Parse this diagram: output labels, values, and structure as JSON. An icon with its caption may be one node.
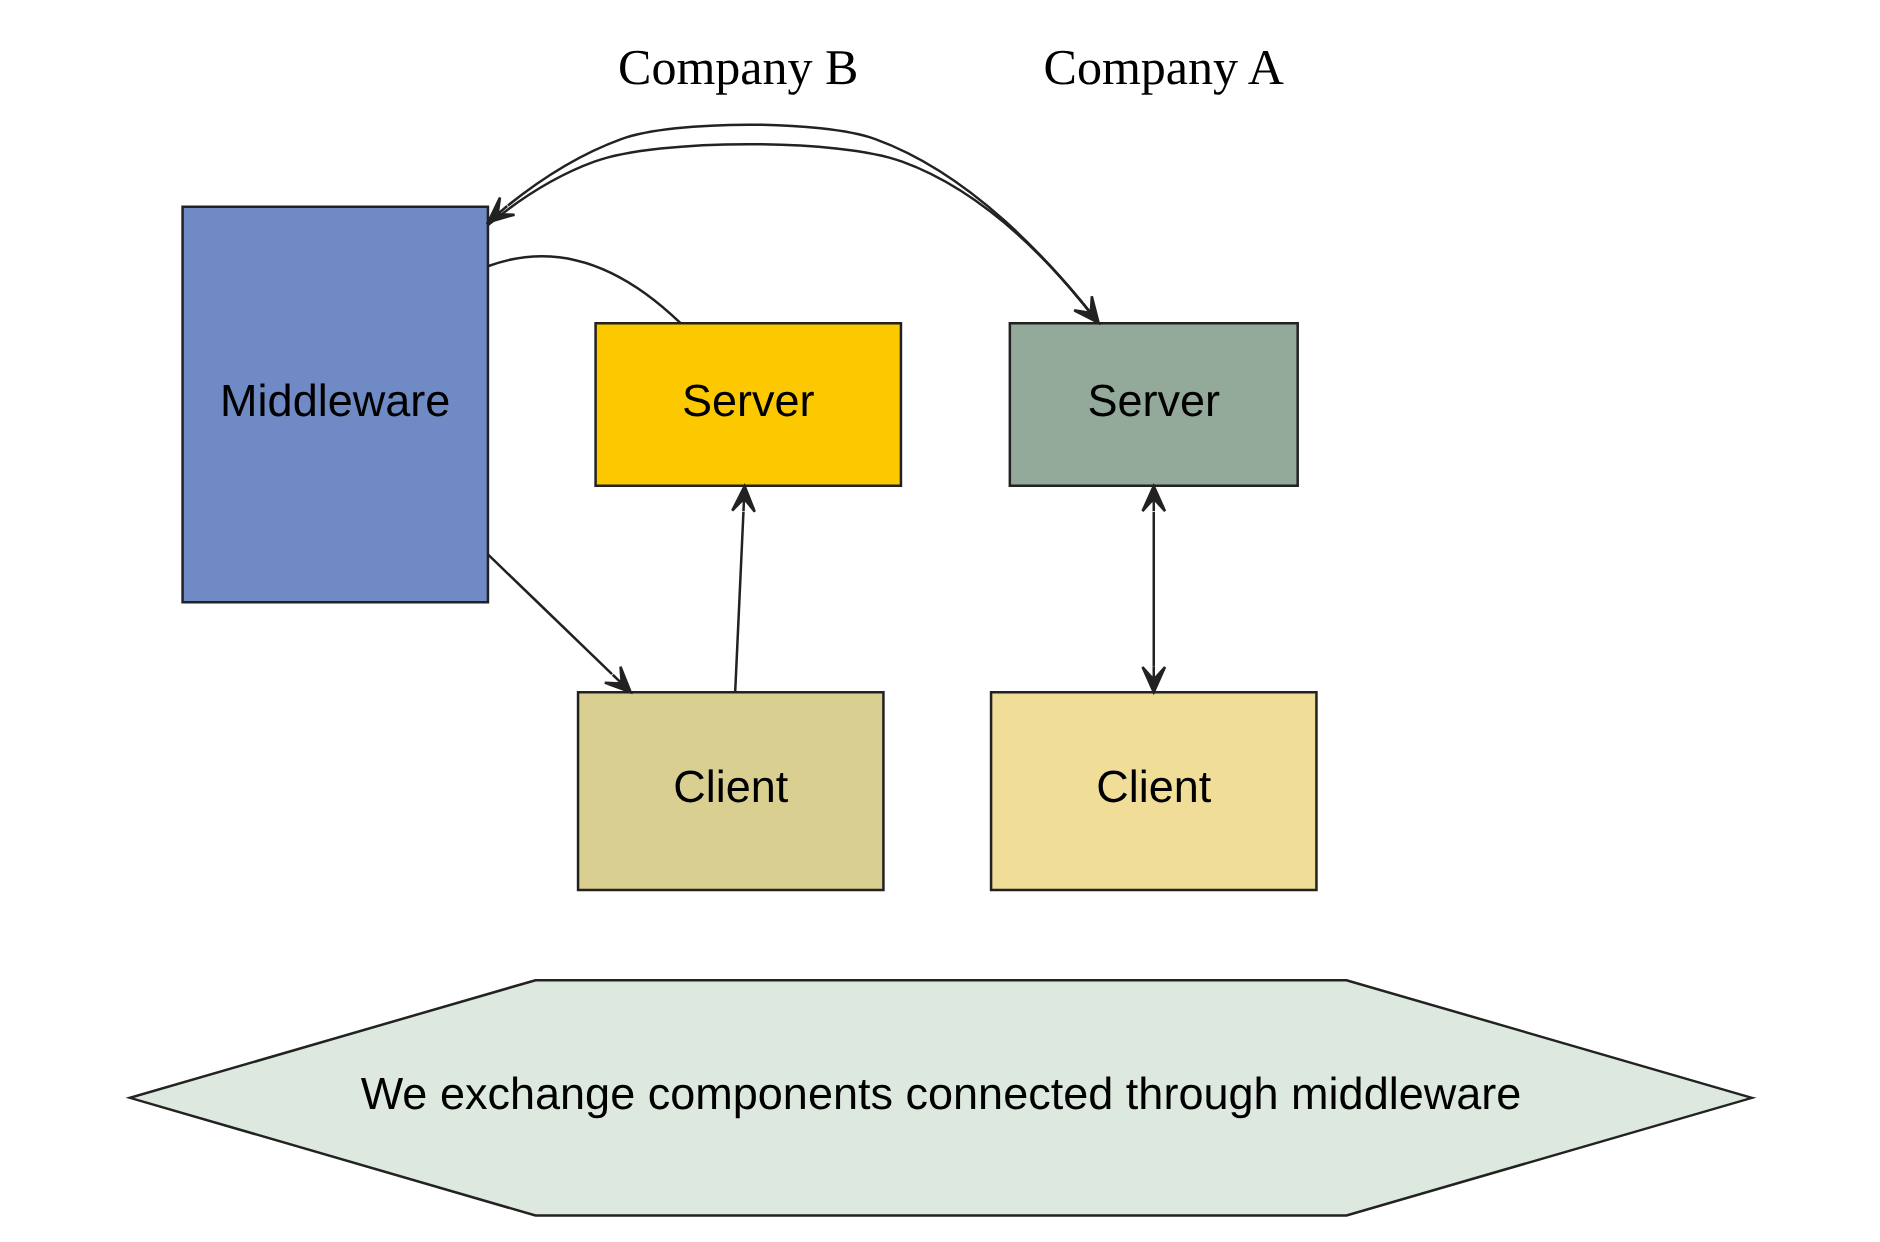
{
  "diagram": {
    "nodes": [
      {
        "text": [
          "Server"
        ]
      },
      {
        "text": [
          "Client"
        ]
      },
      {
        "text": [
          "Middleware"
        ]
      },
      {
        "text": [
          "Server"
        ]
      },
      {
        "text": [
          "Client"
        ]
      },
      {
        "text": [
          "We exchange components connected through middleware"
        ]
      }
    ],
    "edges": [
      {
        "from": 0,
        "to": 1,
        "arrow": "both"
      },
      {
        "from": 3,
        "to": 2,
        "arrow": "none"
      },
      {
        "from": 2,
        "to": 0,
        "arrow": "to"
      },
      {
        "from": 0,
        "to": 2,
        "arrow": "to"
      },
      {
        "from": 2,
        "to": 4,
        "arrow": "to"
      },
      {
        "from": 4,
        "to": 3,
        "arrow": "to"
      }
    ],
    "labels": [
      "Company A",
      "Company B"
    ]
  }
}
